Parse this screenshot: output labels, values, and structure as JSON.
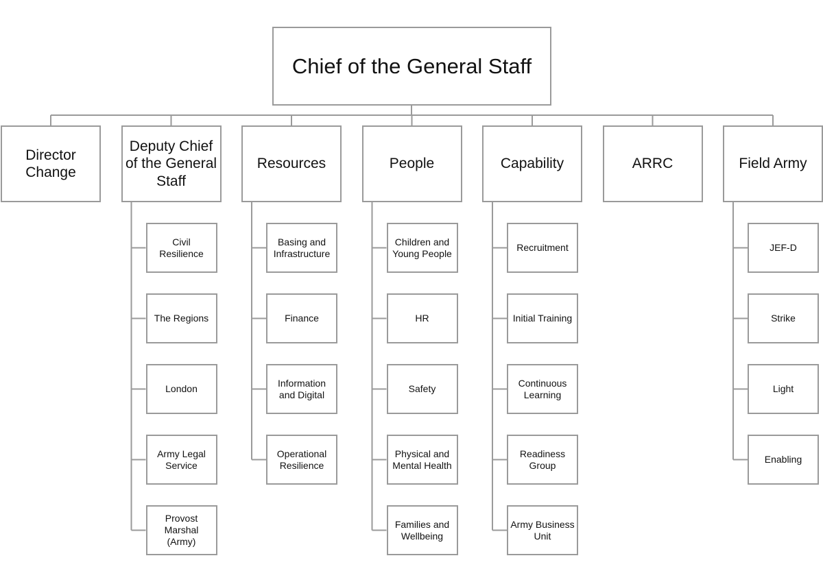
{
  "root": "Chief of the General Staff",
  "branches": [
    {
      "label": "Director\nChange",
      "children": []
    },
    {
      "label": "Deputy Chief\nof the General\nStaff",
      "children": [
        "Civil Resilience",
        "The Regions",
        "London",
        "Army Legal\nService",
        "Provost\nMarshal\n(Army)"
      ]
    },
    {
      "label": "Resources",
      "children": [
        "Basing and\nInfrastructure",
        "Finance",
        "Information\nand Digital",
        "Operational\nResilience"
      ]
    },
    {
      "label": "People",
      "children": [
        "Children and\nYoung People",
        "HR",
        "Safety",
        "Physical and\nMental Health",
        "Families and\nWellbeing"
      ]
    },
    {
      "label": "Capability",
      "children": [
        "Recruitment",
        "Initial Training",
        "Continuous\nLearning",
        "Readiness\nGroup",
        "Army Business\nUnit"
      ]
    },
    {
      "label": "ARRC",
      "children": []
    },
    {
      "label": "Field Army",
      "children": [
        "JEF-D",
        "Strike",
        "Light",
        "Enabling"
      ]
    }
  ]
}
